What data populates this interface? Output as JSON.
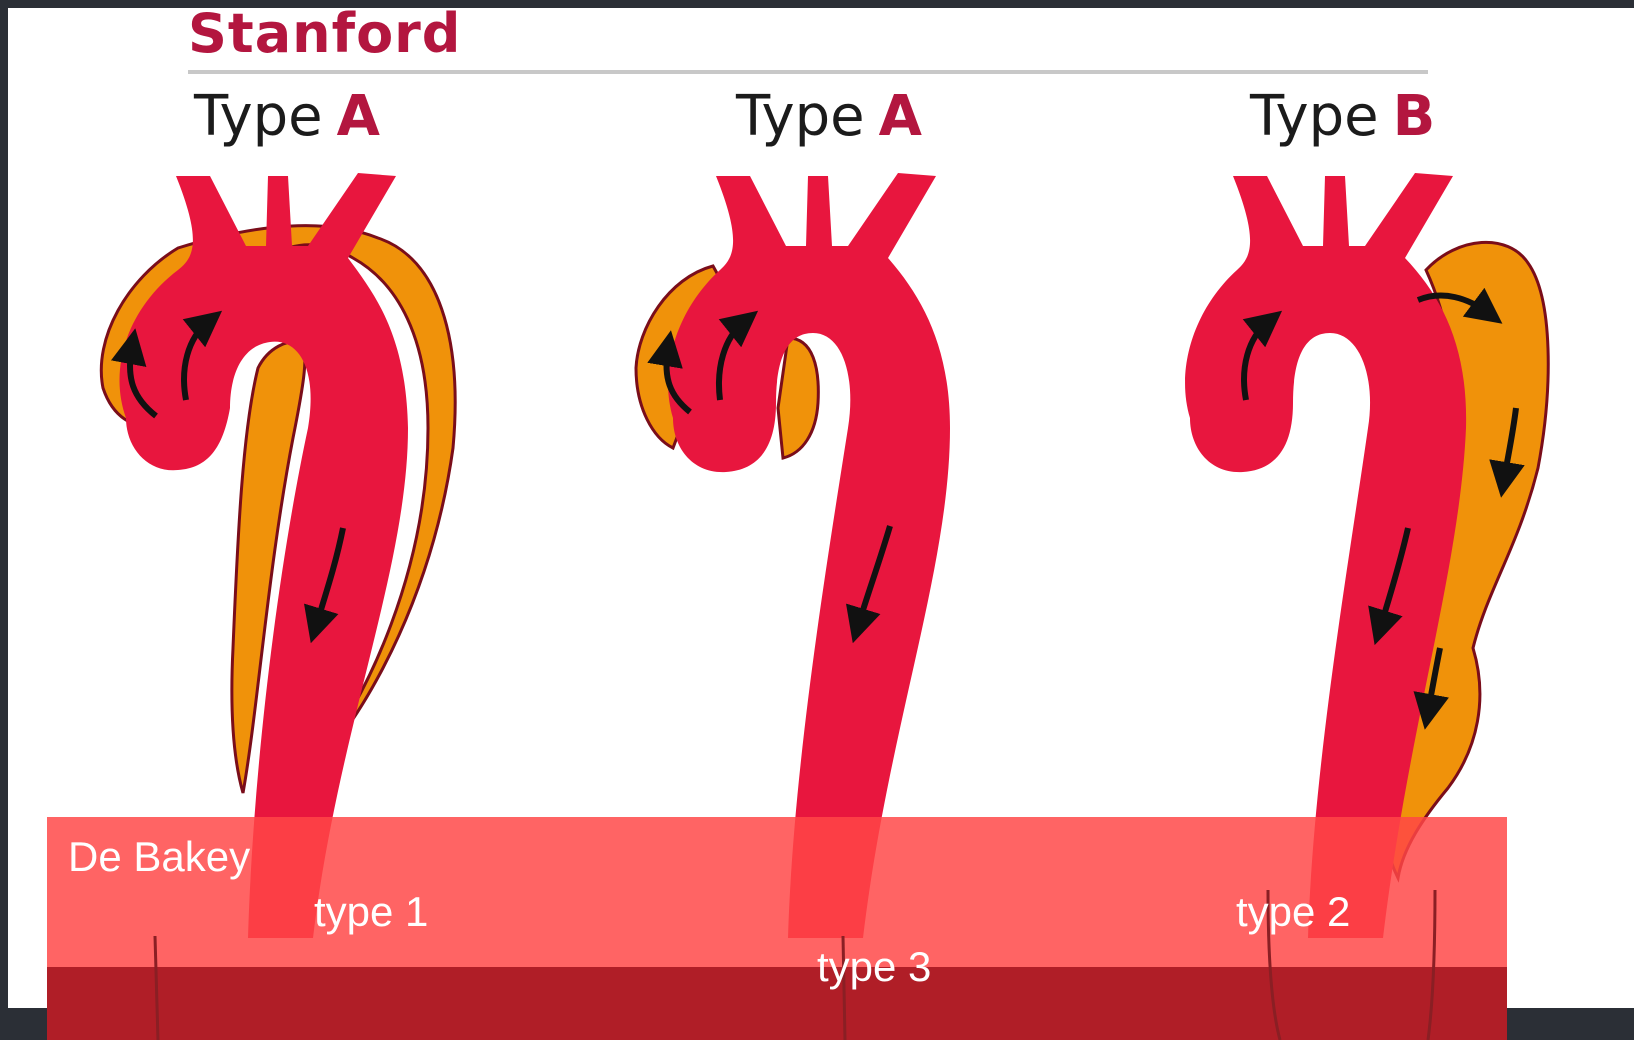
{
  "classification": {
    "title": "Stanford",
    "panels": [
      {
        "type_word": "Type",
        "type_letter": "A"
      },
      {
        "type_word": "Type",
        "type_letter": "A"
      },
      {
        "type_word": "Type",
        "type_letter": "B"
      }
    ]
  },
  "debakey": {
    "title": "De Bakey",
    "type1": "type 1",
    "type2": "type 2",
    "type3": "type 3"
  },
  "colors": {
    "aorta": "#e8163e",
    "false_lumen": "#f0920a",
    "outline": "#7a0d1a",
    "overlay": "#ff4646",
    "accent": "#b3163f"
  }
}
